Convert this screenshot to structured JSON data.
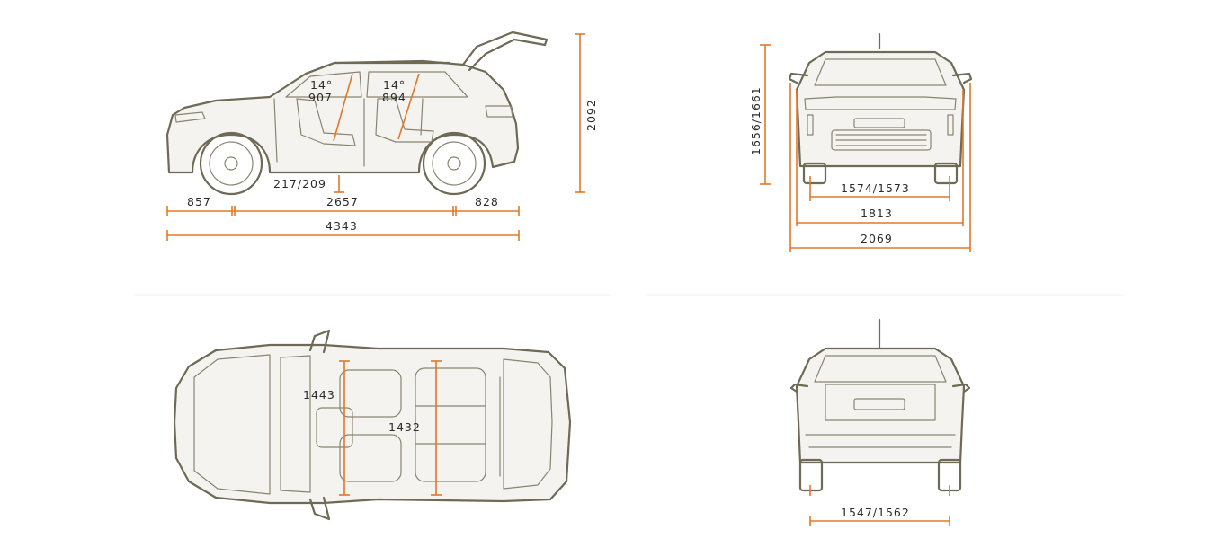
{
  "side_view": {
    "front_seat_angle": "14°",
    "front_seat_height": "907",
    "rear_seat_angle": "14°",
    "rear_seat_height": "894",
    "ground_clearance": "217/209",
    "front_overhang": "857",
    "wheelbase": "2657",
    "rear_overhang": "828",
    "overall_length": "4343",
    "height_with_tailgate": "2092"
  },
  "front_view": {
    "height": "1656/1661",
    "front_track": "1574/1573",
    "width": "1813",
    "width_with_mirrors": "2069"
  },
  "top_view": {
    "front_elbow_width": "1443",
    "rear_elbow_width": "1432"
  },
  "rear_view": {
    "rear_track": "1547/1562"
  },
  "colors": {
    "outline": "#6f6a55",
    "dimension": "#e0782a",
    "text": "#2b2b2b"
  }
}
